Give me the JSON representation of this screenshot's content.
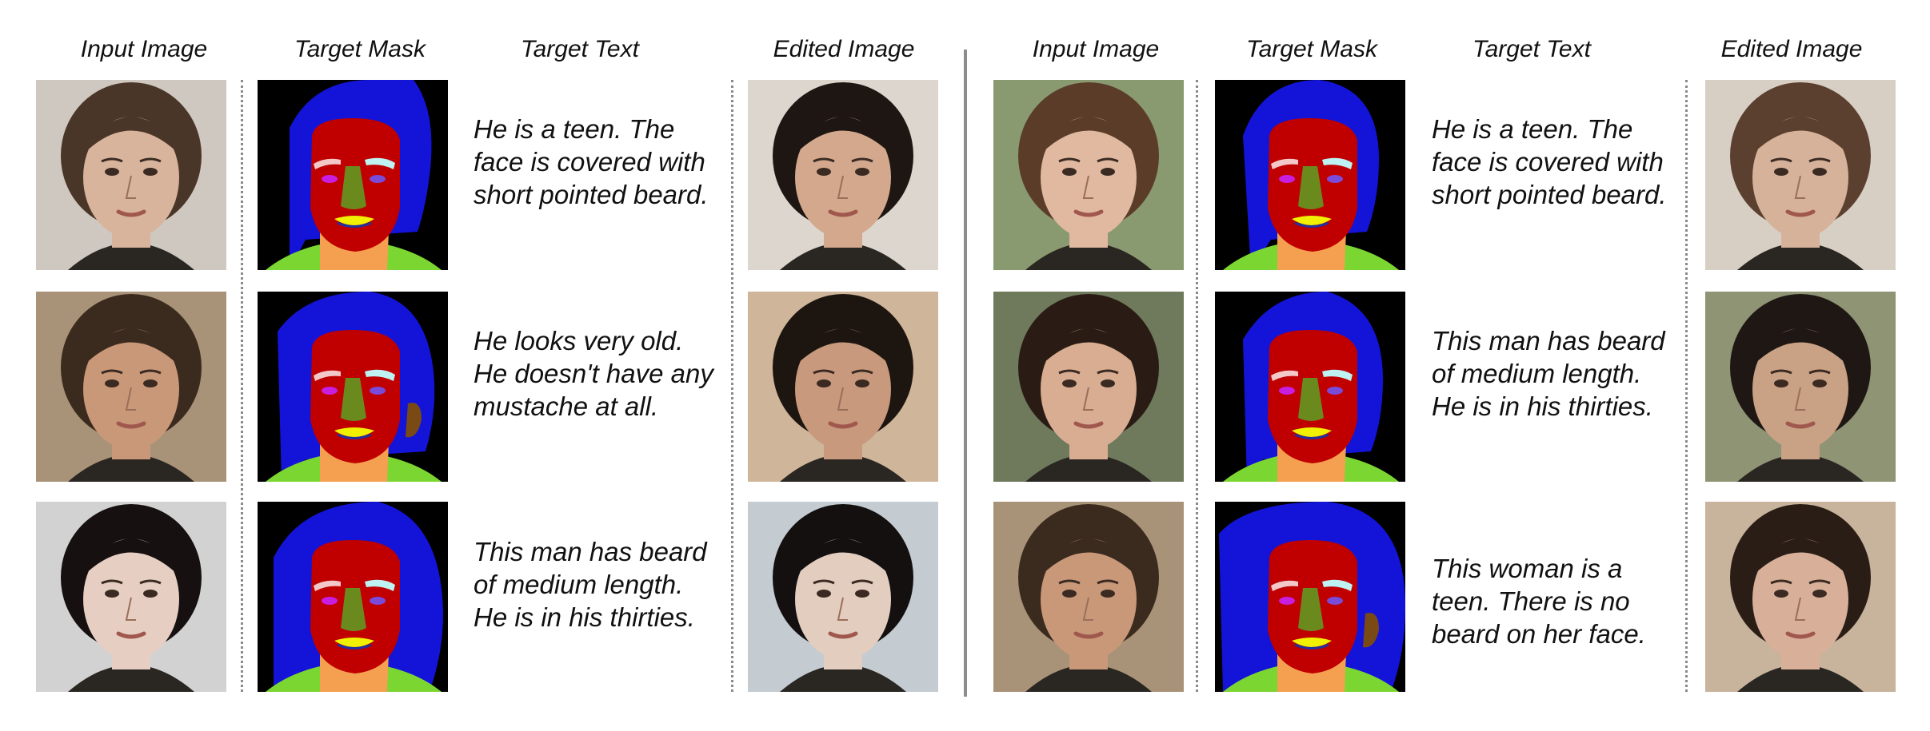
{
  "headers": [
    "Input Image",
    "Target Mask",
    "Target Text",
    "Edited Image"
  ],
  "panels": [
    {
      "rows": [
        {
          "input": {
            "skin": "#d9b49c",
            "hair": "#4a3628",
            "bg": "#cfc8c0"
          },
          "mask": "mask-a",
          "text": "He is a teen. The face is covered with short pointed beard.",
          "edited": {
            "skin": "#d4a88c",
            "hair": "#1e1612",
            "bg": "#ddd6ce"
          }
        },
        {
          "input": {
            "skin": "#c99878",
            "hair": "#3b2a1e",
            "bg": "#a89378"
          },
          "mask": "mask-b",
          "text": "He looks very old. He doesn't have any mustache at all.",
          "edited": {
            "skin": "#c8997c",
            "hair": "#1d1510",
            "bg": "#cfb59a"
          }
        },
        {
          "input": {
            "skin": "#e6cfc2",
            "hair": "#161010",
            "bg": "#d2d2d2"
          },
          "mask": "mask-c",
          "text": "This man has beard of medium length. He is in his thirties.",
          "edited": {
            "skin": "#e3cdbf",
            "hair": "#141010",
            "bg": "#c4ccd2"
          }
        }
      ]
    },
    {
      "rows": [
        {
          "input": {
            "skin": "#e0b9a0",
            "hair": "#5a3c28",
            "bg": "#8a9a70"
          },
          "mask": "mask-d",
          "text": "He is a teen. The face is covered with short pointed beard.",
          "edited": {
            "skin": "#d7b29a",
            "hair": "#5b4030",
            "bg": "#d8cfc4"
          }
        },
        {
          "input": {
            "skin": "#d8ad92",
            "hair": "#2a1c14",
            "bg": "#6f7a5c"
          },
          "mask": "mask-e",
          "text": "This man has beard of medium length. He is in his thirties.",
          "edited": {
            "skin": "#c9a184",
            "hair": "#1e1714",
            "bg": "#8e9474"
          }
        },
        {
          "input": {
            "skin": "#c99878",
            "hair": "#3b2a1e",
            "bg": "#a89378"
          },
          "mask": "mask-f",
          "text": "This woman is a teen. There is no beard on her face.",
          "edited": {
            "skin": "#d8b09a",
            "hair": "#2a1d16",
            "bg": "#c8b39c"
          }
        }
      ]
    }
  ]
}
